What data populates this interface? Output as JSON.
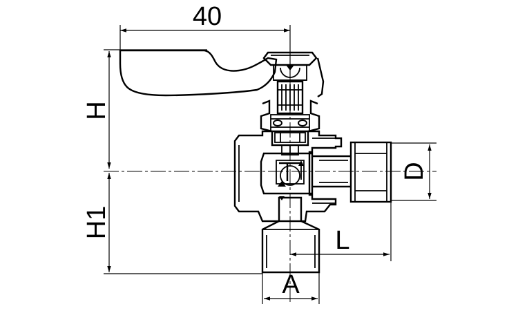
{
  "drawing": {
    "labels": {
      "width_40": "40",
      "height_h": "H",
      "height_h1": "H1",
      "diameter_d": "D",
      "length_l": "L",
      "size_a": "A"
    }
  }
}
